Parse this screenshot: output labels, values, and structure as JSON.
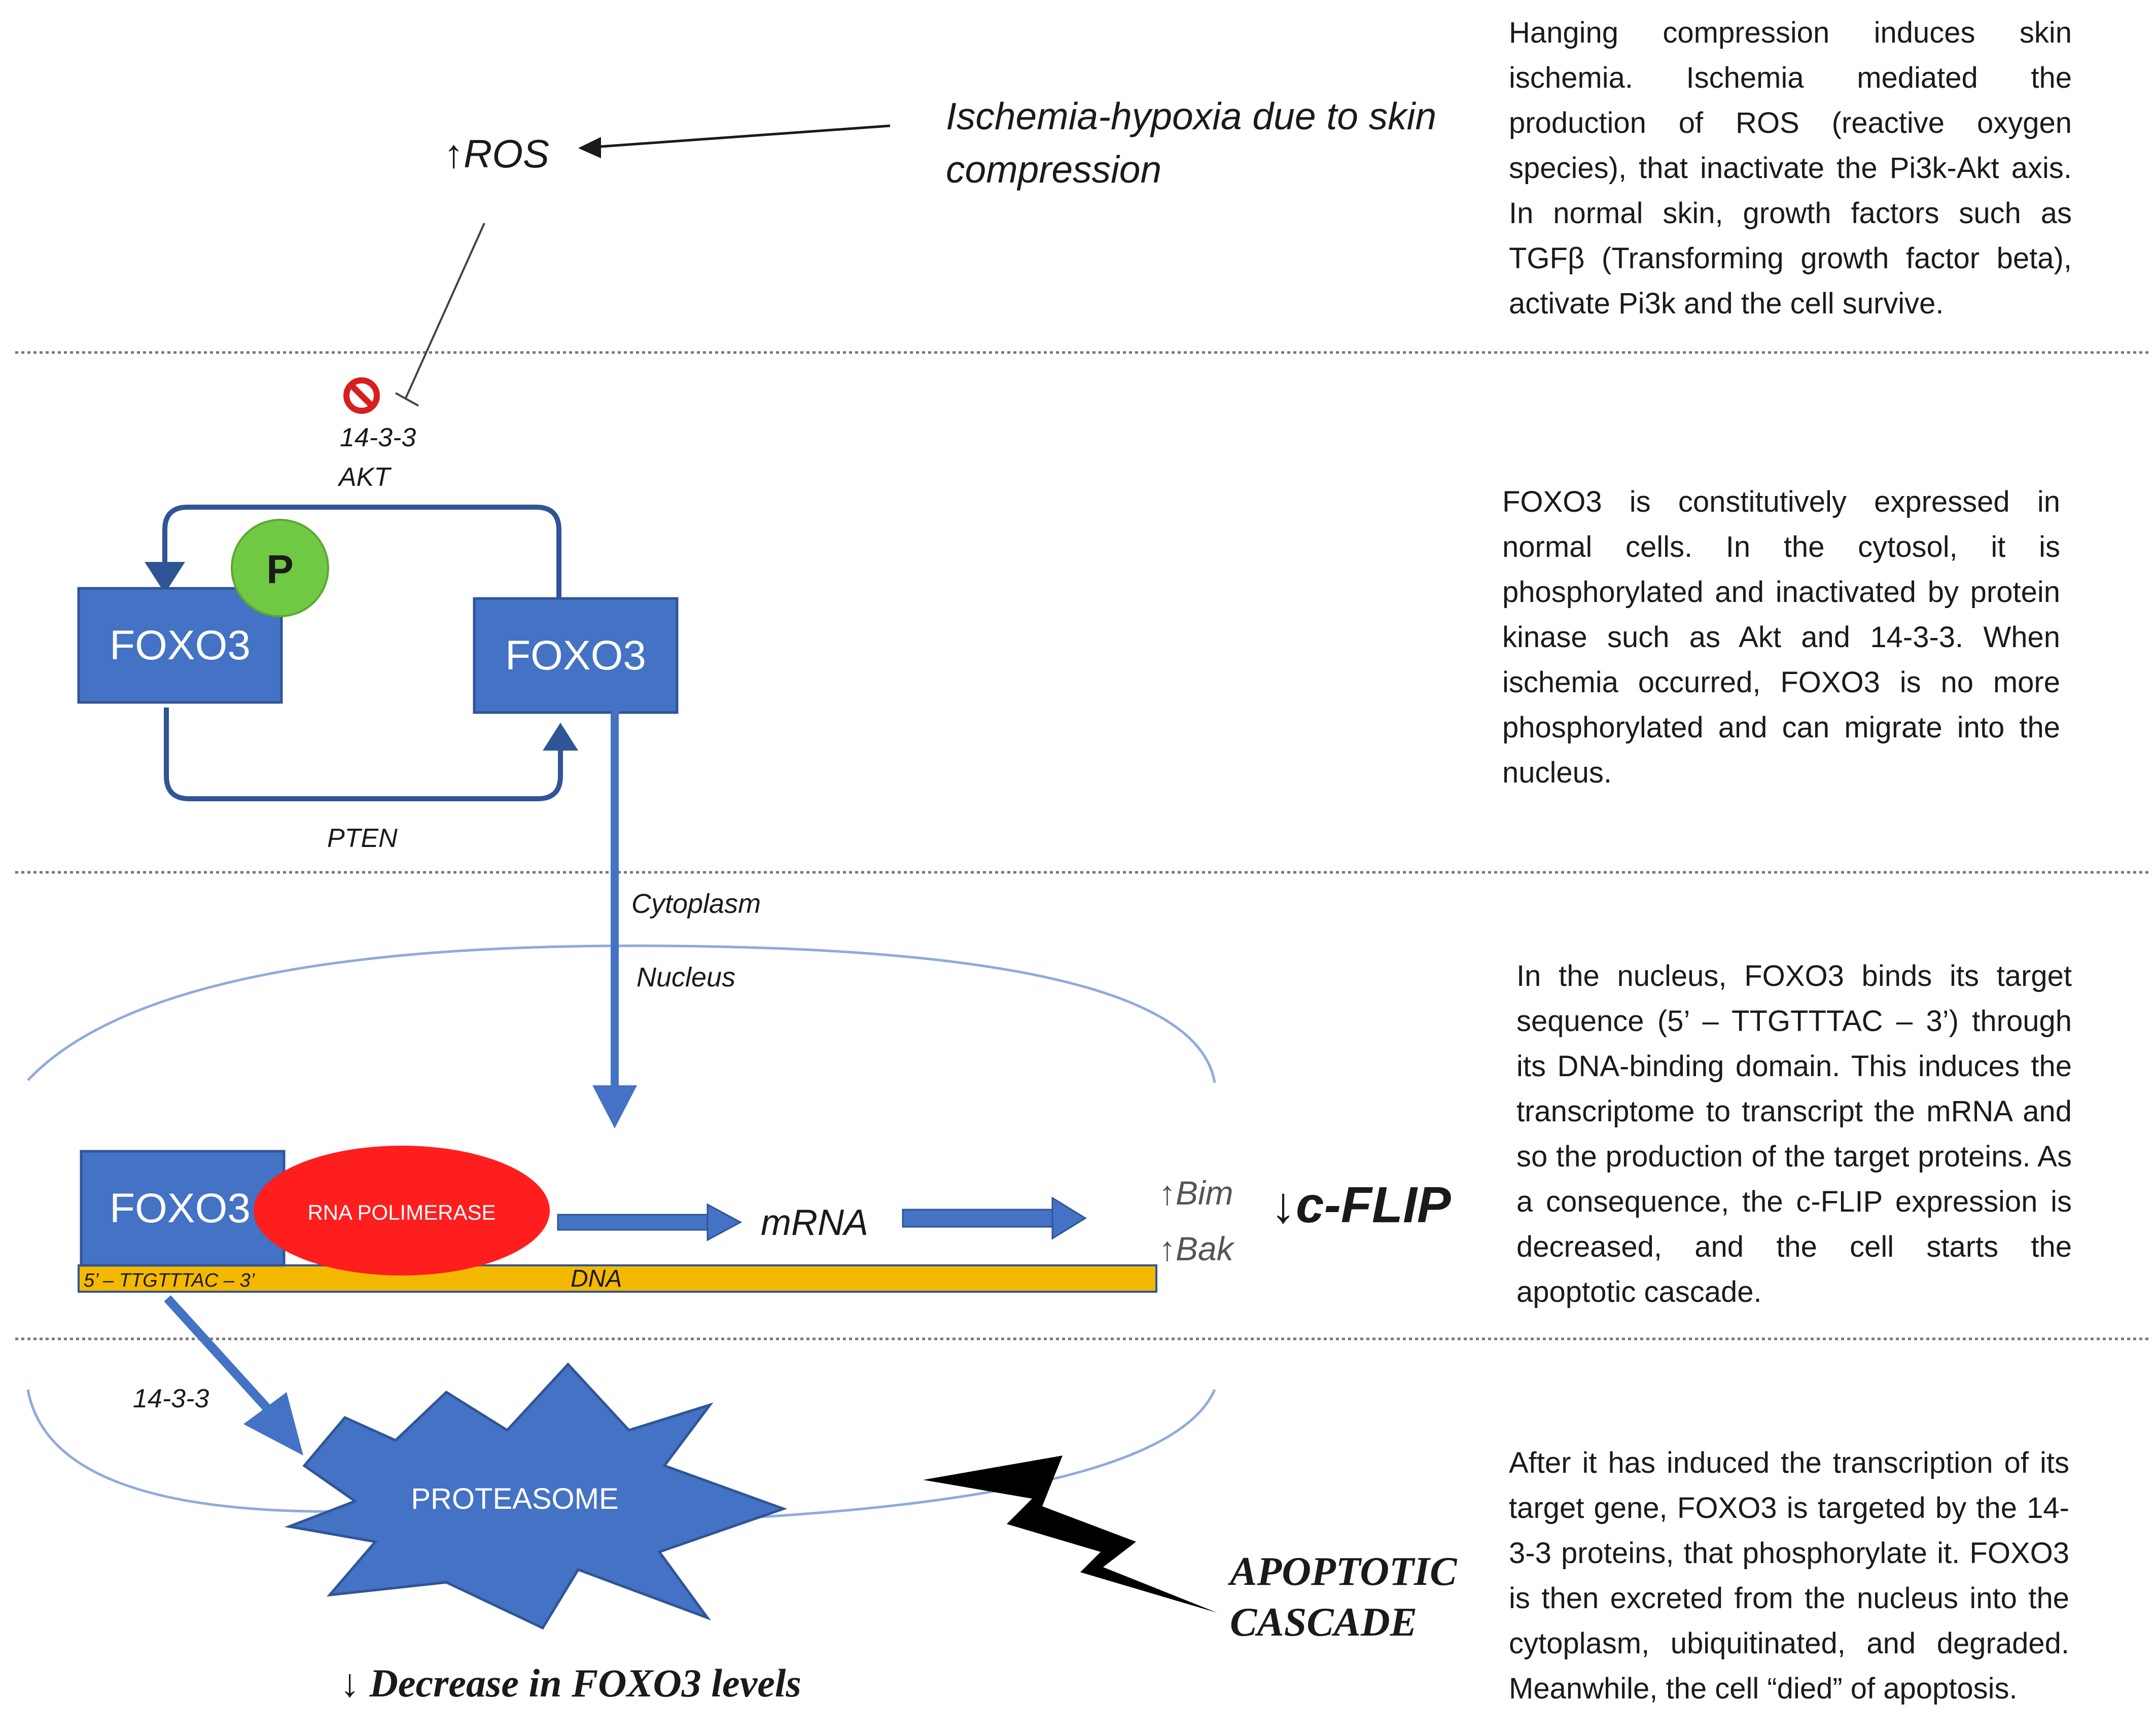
{
  "colors": {
    "box_blue": "#4472c4",
    "box_border": "#2f5597",
    "phospho_green": "#70c943",
    "rna_pol_red": "#ff1e1e",
    "dna_orange": "#f5b800",
    "inhibit_red": "#d81e1e",
    "separator": "#777777",
    "membrane": "#8faadc"
  },
  "icons": {
    "inhibition": "no-entry-icon",
    "lightning": "lightning-bolt-icon"
  },
  "diagram": {
    "ros_label": "↑ROS",
    "stimulus_label_line1": "Ischemia-hypoxia due to skin",
    "stimulus_label_line2": "compression",
    "inhibitor_label_1": "14-3-3",
    "inhibitor_label_2": "AKT",
    "phospho_label": "P",
    "foxo3_left": "FOXO3",
    "foxo3_right": "FOXO3",
    "pten_label": "PTEN",
    "cytoplasm_label": "Cytoplasm",
    "nucleus_label": "Nucleus",
    "foxo3_nucleus": "FOXO3",
    "rna_polymerase_label": "RNA POLIMERASE",
    "mrna_label": "mRNA",
    "bim_label": "↑Bim",
    "bak_label": "↑Bak",
    "cflip_label": "↓c-FLIP",
    "dna_sequence_label": "5’ – TTGTTTAC – 3’",
    "dna_label": "DNA",
    "degradation_label": "14-3-3",
    "proteasome_label": "PROTEASOME",
    "apoptotic_line1": "APOPTOTIC",
    "apoptotic_line2": "CASCADE",
    "decrease_label": "↓ Decrease in FOXO3 levels"
  },
  "paragraphs": {
    "p1": "Hanging compression induces skin ischemia. Ischemia mediated the production of ROS (reactive oxygen species), that inactivate the Pi3k-Akt axis. In normal skin, growth factors such as TGFβ (Transforming growth factor beta), activate Pi3k and the cell survive.",
    "p2": "FOXO3 is constitutively expressed in normal cells. In the cytosol, it is phosphorylated and inactivated by protein kinase such as Akt and 14-3-3. When ischemia occurred, FOXO3 is no more phosphorylated and can migrate into the nucleus.",
    "p3": "In the nucleus, FOXO3 binds its target sequence (5’ – TTGTTTAC – 3’) through its DNA-binding domain. This induces the transcriptome to transcript the mRNA and so the production of the target proteins. As a consequence, the c-FLIP expression is decreased, and the cell starts the apoptotic cascade.",
    "p4": "After it has induced the transcription of its target gene, FOXO3 is targeted by the 14-3-3 proteins, that phosphorylate it. FOXO3 is then excreted from the nucleus into the cytoplasm, ubiquitinated, and degraded. Meanwhile, the cell “died” of apoptosis."
  }
}
